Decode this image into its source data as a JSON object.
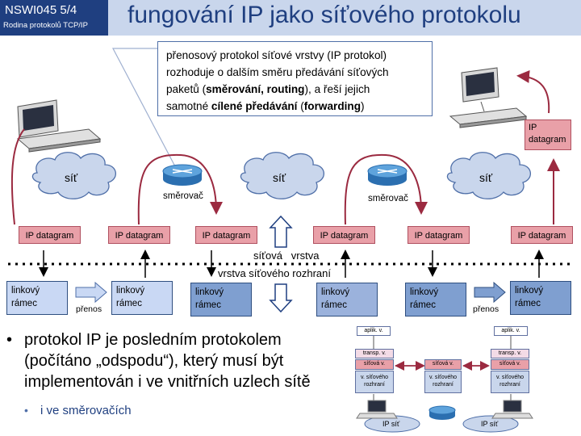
{
  "header": {
    "course": "NSWI045   5/4",
    "course_sub": "Rodina protokolů TCP/IP",
    "title": "fungování IP jako síťového protokolu"
  },
  "callout": {
    "line1": "přenosový protokol síťové vrstvy (IP protokol)",
    "line2": "rozhoduje o dalším směru předávání síťových",
    "line3a": "paketů (",
    "line3b": "směrování, routing",
    "line3c": "), a řeší jejich",
    "line4a": "samotné ",
    "line4b": "cílené předávání",
    "line4c": " (",
    "line4d": "forwarding",
    "line4e": ")"
  },
  "diagram": {
    "clouds": [
      "síť",
      "síť",
      "síť"
    ],
    "routers": [
      "směrovač",
      "směrovač"
    ],
    "datagrams": [
      "IP datagram",
      "IP datagram",
      "IP datagram",
      "IP datagram",
      "IP datagram",
      "IP datagram"
    ],
    "top_datagram": "IP datagram",
    "frames": [
      "linkový rámec",
      "linkový rámec",
      "linkový rámec",
      "linkový rámec",
      "linkový rámec",
      "linkový rámec"
    ],
    "transfer": [
      "přenos",
      "přenos"
    ],
    "layer_top": "síťová   vrstva",
    "layer_bottom": "vrstva síťového rozhraní"
  },
  "bullets": {
    "main": "protokol IP je posledním protokolem (počítáno „odspodu“), který musí být implementován i ve vnitřních uzlech sítě",
    "sub": "i ve směrovačích"
  },
  "mini": {
    "app": "aplik. v.",
    "transp": "transp. v.",
    "net": "síťová v.",
    "iface": "v. síťového rozhraní",
    "ipnet": "IP síť"
  },
  "colors": {
    "header_dark": "#1f3f80",
    "header_light": "#c9d6ec",
    "datagram": "#e9a0a8",
    "arrow": "#9b2a40"
  }
}
